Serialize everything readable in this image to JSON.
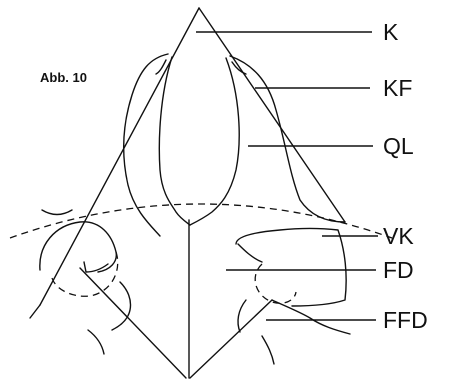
{
  "figure": {
    "caption": "Abb. 10",
    "labels": {
      "k": "K",
      "kf": "KF",
      "ql": "QL",
      "vk": "VK",
      "fd": "FD",
      "ffd": "FFD"
    }
  },
  "colors": {
    "ink": "#111111",
    "background": "#ffffff"
  }
}
